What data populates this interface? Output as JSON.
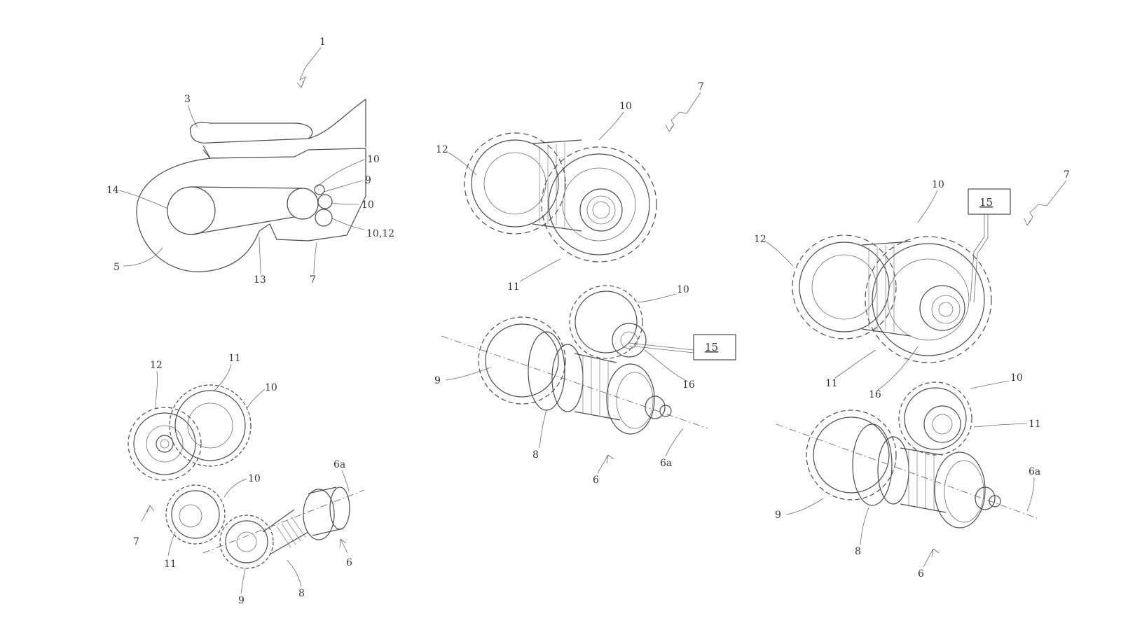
{
  "colors": {
    "ink": "#4a4a4a",
    "paper": "#ffffff"
  },
  "fig1": {
    "labels": {
      "l1": "1",
      "l3": "3",
      "l14": "14",
      "l5": "5",
      "l10a": "10",
      "l9": "9",
      "l10b": "10",
      "l1012": "10,12",
      "l13": "13",
      "l7": "7"
    }
  },
  "fig2": {
    "labels": {
      "l12": "12",
      "l11a": "11",
      "l10a": "10",
      "l10b": "10",
      "l7": "7",
      "l11b": "11",
      "l9": "9",
      "l8": "8",
      "l6": "6",
      "l6a": "6a"
    }
  },
  "fig3": {
    "labels": {
      "l7": "7",
      "l10a": "10",
      "l12": "12",
      "l11": "11",
      "l10b": "10",
      "l15": "15",
      "l16": "16",
      "l9": "9",
      "l8": "8",
      "l6": "6",
      "l6a": "6a"
    }
  },
  "fig4": {
    "labels": {
      "l7": "7",
      "l10a": "10",
      "l15": "15",
      "l12": "12",
      "l11a": "11",
      "l16": "16",
      "l10b": "10",
      "l11b": "11",
      "l6a": "6a",
      "l9": "9",
      "l8": "8",
      "l6": "6"
    }
  }
}
